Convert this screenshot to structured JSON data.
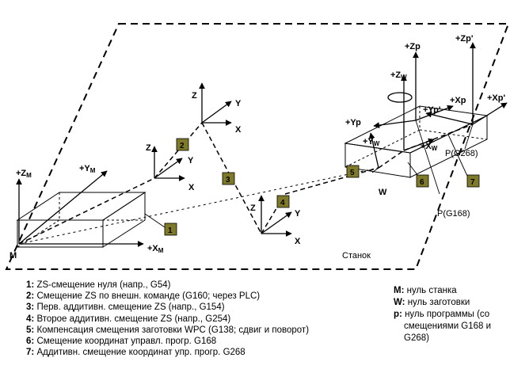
{
  "machine_label": "Станок",
  "axes": {
    "machine": {
      "z": "+Z",
      "z_sub": "M",
      "y": "+Y",
      "y_sub": "M",
      "x": "+X",
      "x_sub": "M"
    },
    "frame2": {
      "z": "Z",
      "y": "Y",
      "x": "X"
    },
    "frame3": {
      "z": "Z",
      "y": "Y",
      "x": "X"
    },
    "frame4": {
      "z": "Z",
      "y": "Y",
      "x": "X"
    },
    "workpiece": {
      "z": "+Z",
      "z_sub": "W",
      "y": "+Y",
      "y_sub": "W",
      "x": "+X",
      "x_sub": "W"
    },
    "prog": {
      "z": "+Zp",
      "y": "+Yp",
      "x": "+Xp"
    },
    "prog_prime": {
      "z": "+Zp'",
      "y": "+Yp'",
      "x": "+Xp'"
    }
  },
  "points": {
    "m": "M",
    "w": "W",
    "p168": "P(G168)",
    "p268": "P(G268)"
  },
  "badges": [
    "1",
    "2",
    "3",
    "4",
    "5",
    "6",
    "7"
  ],
  "legend_left": [
    {
      "num": "1:",
      "text": "ZS-смещение нуля (напр., G54)"
    },
    {
      "num": "2:",
      "text": "Смещение ZS по внешн. команде (G160; через PLC)"
    },
    {
      "num": "3:",
      "text": "Перв. аддитивн. смещение ZS (напр., G154)"
    },
    {
      "num": "4:",
      "text": "Второе аддитивн. смещение  ZS (напр., G254)"
    },
    {
      "num": "5:",
      "text": "Компенсация смещения заготовки WPC (G138; сдвиг и поворот)"
    },
    {
      "num": "6:",
      "text": "Смещение координат управл. прогр. G168"
    },
    {
      "num": "7:",
      "text": "Аддитивн. смещение координат упр. прогр. G268"
    }
  ],
  "legend_right": [
    {
      "key": "M:",
      "text": "нуль станка"
    },
    {
      "key": "W:",
      "text": "нуль заготовки"
    },
    {
      "key": "p:",
      "text": "нуль программы (со"
    },
    {
      "key": "",
      "text": "смещениями G168 и"
    },
    {
      "key": "",
      "text": "G268)"
    }
  ]
}
